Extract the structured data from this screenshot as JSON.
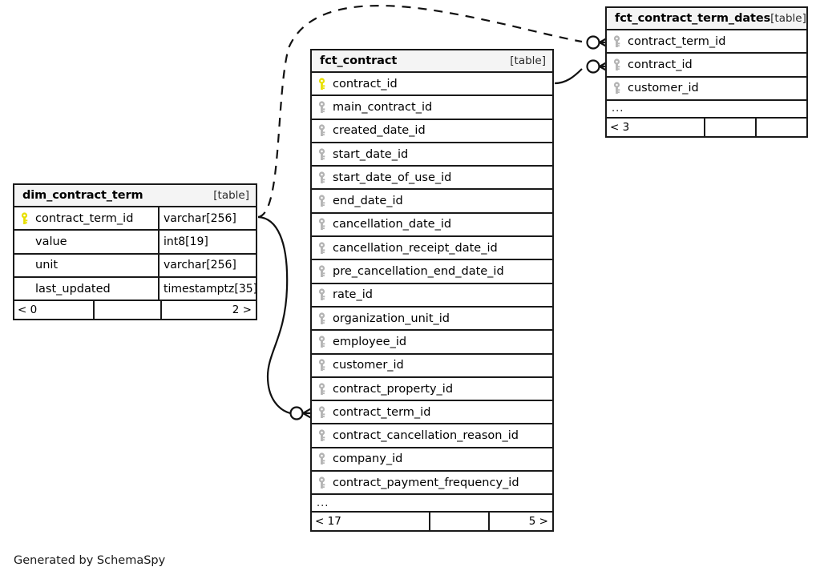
{
  "diagram": {
    "credit": "Generated by SchemaSpy",
    "table_tag": "[table]",
    "ellipsis": "...",
    "colors": {
      "primary_key": "#e8e000",
      "foreign_key": "#b3b3b3",
      "border": "#1a1a1a",
      "header_bg": "#f4f4f4",
      "background": "#ffffff"
    }
  },
  "tables": {
    "dim_contract_term": {
      "name": "dim_contract_term",
      "tag": "[table]",
      "columns": [
        {
          "name": "contract_term_id",
          "type": "varchar[256]",
          "key": "primary"
        },
        {
          "name": "value",
          "type": "int8[19]",
          "key": "none"
        },
        {
          "name": "unit",
          "type": "varchar[256]",
          "key": "none"
        },
        {
          "name": "last_updated",
          "type": "timestamptz[35]",
          "key": "none"
        }
      ],
      "has_ellipsis": false,
      "footer": {
        "left": "< 0",
        "mid": "",
        "right": "2 >"
      }
    },
    "fct_contract": {
      "name": "fct_contract",
      "tag": "[table]",
      "columns": [
        {
          "name": "contract_id",
          "key": "primary"
        },
        {
          "name": "main_contract_id",
          "key": "foreign"
        },
        {
          "name": "created_date_id",
          "key": "foreign"
        },
        {
          "name": "start_date_id",
          "key": "foreign"
        },
        {
          "name": "start_date_of_use_id",
          "key": "foreign"
        },
        {
          "name": "end_date_id",
          "key": "foreign"
        },
        {
          "name": "cancellation_date_id",
          "key": "foreign"
        },
        {
          "name": "cancellation_receipt_date_id",
          "key": "foreign"
        },
        {
          "name": "pre_cancellation_end_date_id",
          "key": "foreign"
        },
        {
          "name": "rate_id",
          "key": "foreign"
        },
        {
          "name": "organization_unit_id",
          "key": "foreign"
        },
        {
          "name": "employee_id",
          "key": "foreign"
        },
        {
          "name": "customer_id",
          "key": "foreign"
        },
        {
          "name": "contract_property_id",
          "key": "foreign"
        },
        {
          "name": "contract_term_id",
          "key": "foreign"
        },
        {
          "name": "contract_cancellation_reason_id",
          "key": "foreign"
        },
        {
          "name": "company_id",
          "key": "foreign"
        },
        {
          "name": "contract_payment_frequency_id",
          "key": "foreign"
        }
      ],
      "has_ellipsis": true,
      "footer": {
        "left": "< 17",
        "mid": "",
        "right": "5 >"
      }
    },
    "fct_contract_term_dates": {
      "name": "fct_contract_term_dates",
      "tag": "[table]",
      "columns": [
        {
          "name": "contract_term_id",
          "key": "foreign"
        },
        {
          "name": "contract_id",
          "key": "foreign"
        },
        {
          "name": "customer_id",
          "key": "foreign"
        }
      ],
      "has_ellipsis": true,
      "footer": {
        "left": "< 3",
        "mid": "",
        "right": ""
      }
    }
  },
  "relationships": [
    {
      "name": "dim-contract-term-to-fct-contract-term-dates",
      "from": "dim_contract_term.contract_term_id",
      "to": "fct_contract_term_dates.contract_term_id",
      "style": "dashed",
      "cardinality": "zero-or-many"
    },
    {
      "name": "fct-contract-to-fct-contract-term-dates",
      "from": "fct_contract.contract_id",
      "to": "fct_contract_term_dates.contract_id",
      "style": "solid",
      "cardinality": "zero-or-many"
    },
    {
      "name": "dim-contract-term-to-fct-contract",
      "from": "dim_contract_term.contract_term_id",
      "to": "fct_contract.contract_term_id",
      "style": "solid",
      "cardinality": "zero-or-many"
    }
  ]
}
